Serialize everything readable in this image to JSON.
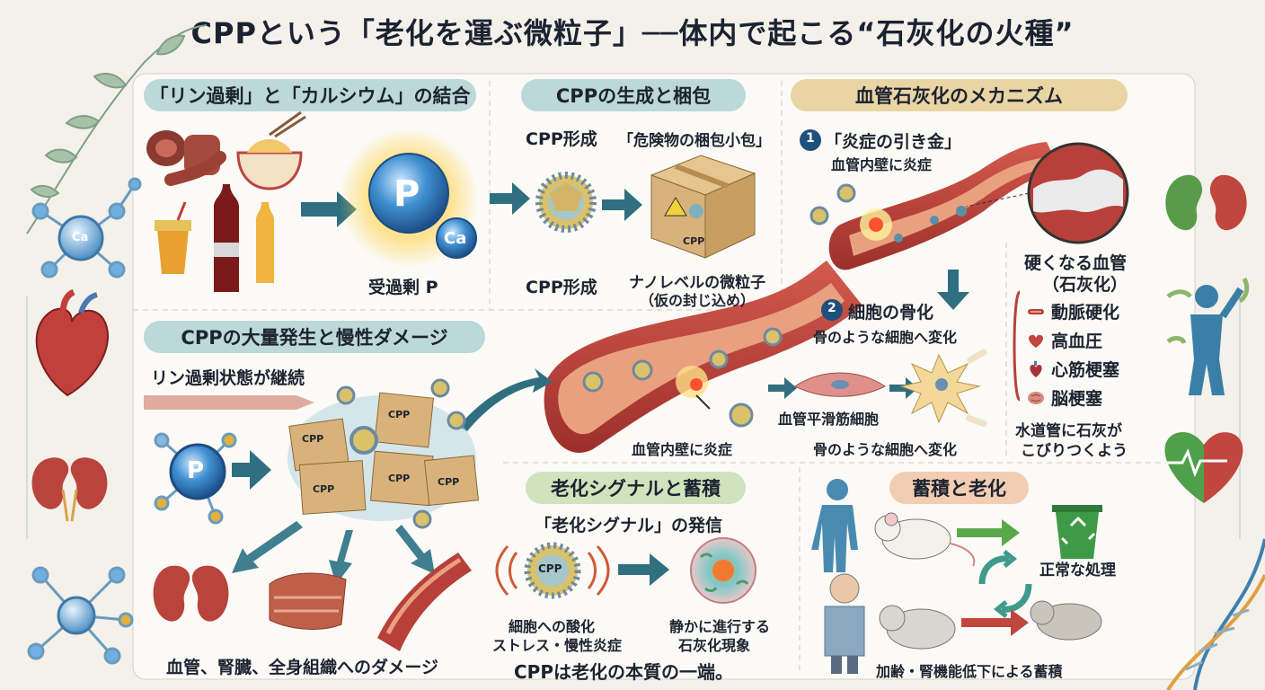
{
  "title": "CPPという「老化を運ぶ微粒子」──体内で起こる“石灰化の火種”",
  "sections": {
    "binding": {
      "title": "「リン過剰」と「カルシウム」の結合",
      "p_label": "P",
      "ca_label": "Ca",
      "ca_molecule_label": "Ca",
      "caption": "受過剰 P"
    },
    "formation": {
      "title": "CPPの生成と梱包",
      "label_top_left": "CPP形成",
      "label_top_right": "「危険物の梱包小包」",
      "label_bottom_left": "CPP形成",
      "box_label": "CPP",
      "caption_line1": "ナノレベルの微粒子",
      "caption_line2": "（仮の封じ込め）"
    },
    "mechanism": {
      "title": "血管石灰化のメカニズム",
      "step1_num": "1",
      "step1_title": "「炎症の引き金」",
      "step1_sub": "血管内壁に炎症",
      "hardened_line1": "硬くなる血管",
      "hardened_line2": "（石灰化）",
      "step2_num": "2",
      "step2_title": "細胞の骨化",
      "step2_sub": "骨のような細胞へ変化",
      "smooth_muscle": "血管平滑筋細胞",
      "inner_wall": "血管内壁に炎症",
      "bone_like": "骨のような細胞へ変化",
      "diseases": [
        "動脈硬化",
        "高血圧",
        "心筋梗塞",
        "脳梗塞"
      ],
      "pipe_line1": "水道管に石灰が",
      "pipe_line2": "こびりつくよう"
    },
    "mass": {
      "title": "CPPの大量発生と慢性ダメージ",
      "sub": "リン過剰状態が継続",
      "p_label": "P",
      "box_labels": [
        "CPP",
        "CPP",
        "CPP",
        "CPP",
        "CPP"
      ],
      "caption": "血管、腎臓、全身組織へのダメージ"
    },
    "signal": {
      "title": "老化シグナルと蓄積",
      "sub": "「老化シグナル」の発信",
      "cpp_label": "CPP",
      "left_line1": "細胞への酸化",
      "left_line2": "ストレス・慢性炎症",
      "right_line1": "静かに進行する",
      "right_line2": "石灰化現象",
      "conclusion": "CPPは老化の本質の一端。"
    },
    "aging": {
      "title": "蓄積と老化",
      "normal": "正常な処理",
      "accumulation": "加齢・腎機能低下による蓄積"
    }
  },
  "colors": {
    "vessel_red": "#b8403a",
    "vessel_inner": "#e9a07f",
    "arrow_teal": "#2f6f80",
    "p_blue": "#2f7fc0",
    "box_tan": "#d8b27a",
    "green_arrow": "#5aa84a",
    "red_arrow": "#c0463e"
  },
  "icons": [
    "heart-icon",
    "kidney-icon",
    "molecule-icon",
    "dna-icon",
    "vine-icon",
    "recycle-bin-icon",
    "human-figure-icon",
    "ecg-heart-icon",
    "brain-icon",
    "artery-icon"
  ]
}
